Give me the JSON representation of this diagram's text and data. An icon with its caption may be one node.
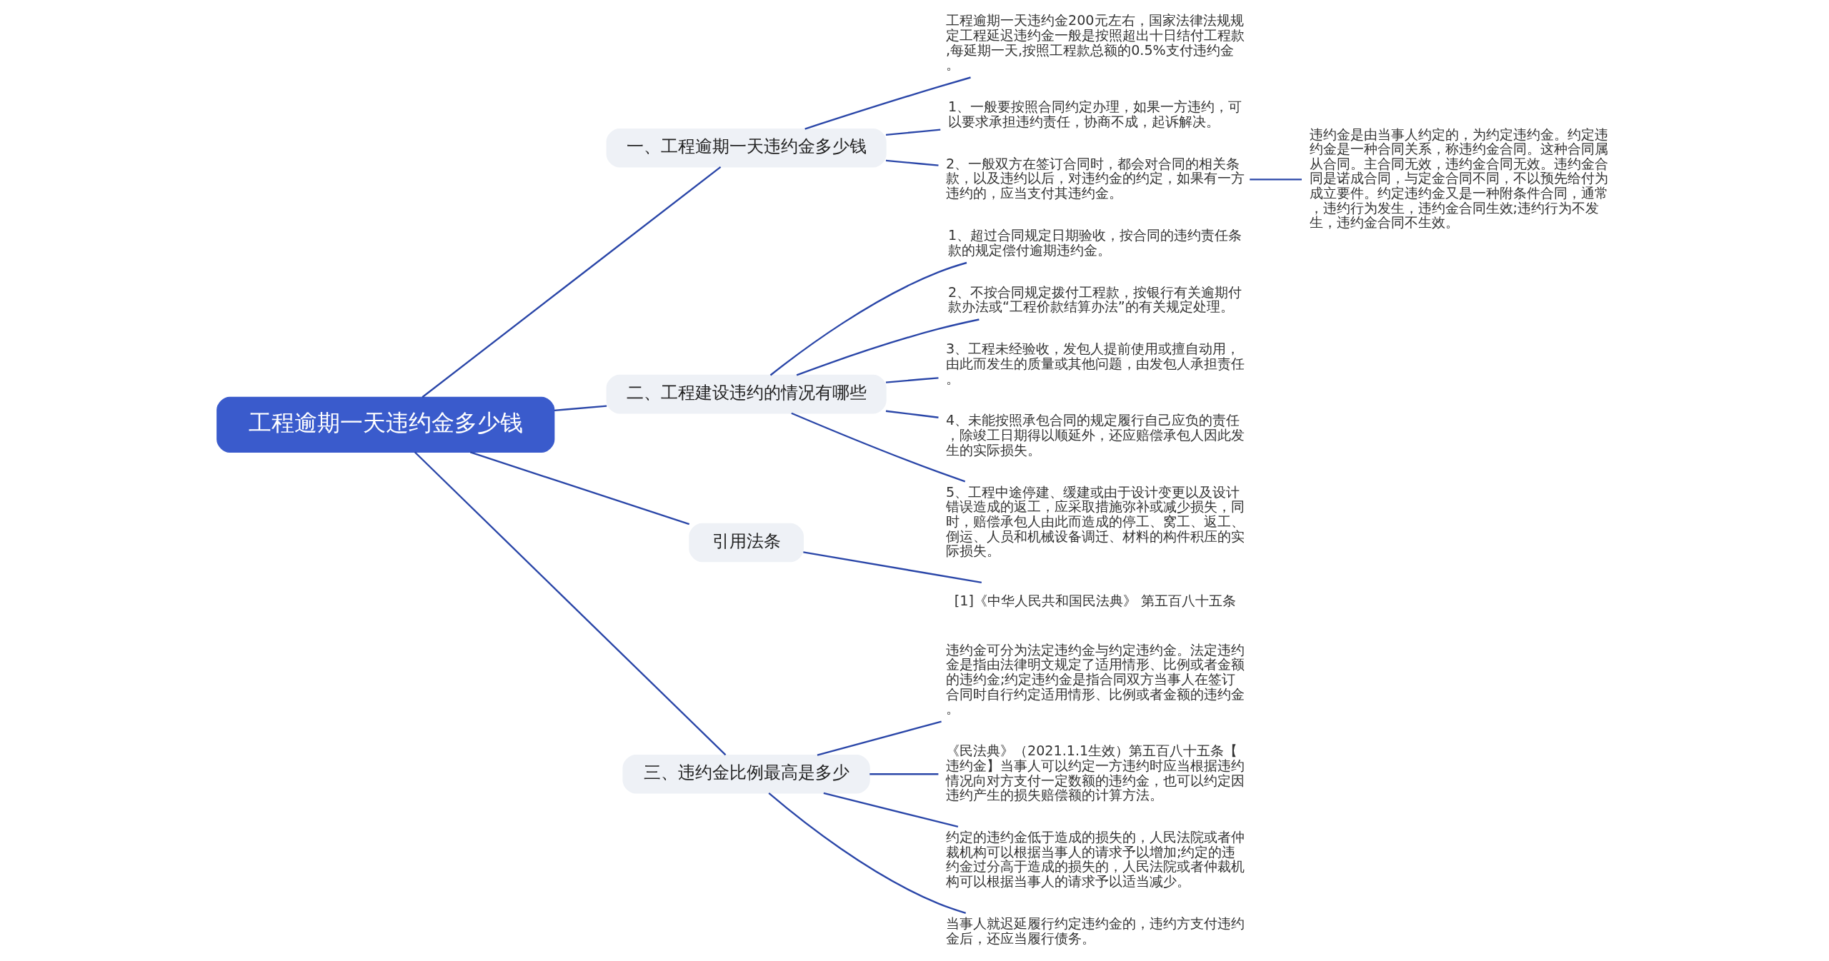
{
  "diagram": {
    "nodes": [
      {
        "text": [
          "工程逾期一天违约金多少钱"
        ]
      },
      {
        "text": [
          "一、工程逾期一天违约金多少钱"
        ]
      },
      {
        "text": [
          "工程逾期一天违约金200元左右，国家法律法规规定工程延迟违约金一般是按照超出十日结付工程款,每延期一天,按照工程款总额的0.5%支付违约金。"
        ]
      },
      {
        "text": [
          "1、一般要按照合同约定办理，如果一方违约，可以要求承担违约责任，协商不成，起诉解决。"
        ]
      },
      {
        "text": [
          "2、一般双方在签订合同时，都会对合同的相关条款，以及违约以后，对违约金的约定，如果有一方违约的，应当支付其违约金。"
        ]
      },
      {
        "text": [
          "违约金是由当事人约定的，为约定违约金。约定违约金是一种合同关系，称违约金合同。这种合同属从合同。主合同无效，违约金合同无效。违约金合同是诺成合同，与定金合同不同，不以预先给付为成立要件。约定违约金又是一种附条件合同，通常，违约行为发生，违约金合同生效;违约行为不发生，违约金合同不生效。"
        ]
      },
      {
        "text": [
          "二、工程建设违约的情况有哪些"
        ]
      },
      {
        "text": [
          "1、超过合同规定日期验收，按合同的违约责任条款的规定偿付逾期违约金。"
        ]
      },
      {
        "text": [
          "2、不按合同规定拨付工程款，按银行有关逾期付款办法或“工程价款结算办法”的有关规定处理。"
        ]
      },
      {
        "text": [
          "3、工程未经验收，发包人提前使用或擅自动用，由此而发生的质量或其他问题，由发包人承担责任。"
        ]
      },
      {
        "text": [
          "4、未能按照承包合同的规定履行自己应负的责任，除竣工日期得以顺延外，还应赔偿承包人因此发生的实际损失。"
        ]
      },
      {
        "text": [
          "5、工程中途停建、缓建或由于设计变更以及设计错误造成的返工，应采取措施弥补或减少损失，同时，赔偿承包人由此而造成的停工、窝工、返工、倒运、人员和机械设备调迁、材料的构件积压的实际损失。"
        ]
      },
      {
        "text": [
          "引用法条"
        ]
      },
      {
        "text": [
          "[1]《中华人民共和国民法典》 第五百八十五条"
        ]
      },
      {
        "text": [
          "三、违约金比例最高是多少"
        ]
      },
      {
        "text": [
          "违约金可分为法定违约金与约定违约金。法定违约金是指由法律明文规定了适用情形、比例或者金额的违约金;约定违约金是指合同双方当事人在签订合同时自行约定适用情形、比例或者金额的违约金。"
        ]
      },
      {
        "text": [
          "《民法典》（2021.1.1生效）第五百八十五条【违约金】当事人可以约定一方违约时应当根据违约情况向对方支付一定数额的违约金，也可以约定因违约产生的损失赔偿额的计算方法。"
        ]
      },
      {
        "text": [
          "约定的违约金低于造成的损失的，人民法院或者仲裁机构可以根据当事人的请求予以增加;约定的违约金过分高于造成的损失的，人民法院或者仲裁机构可以根据当事人的请求予以适当减少。"
        ]
      },
      {
        "text": [
          "当事人就迟延履行约定违约金的，违约方支付违约金后，还应当履行债务。"
        ]
      }
    ],
    "edges": [
      {
        "from": 0,
        "to": 1,
        "arrow": "none"
      },
      {
        "from": 1,
        "to": 2,
        "arrow": "none"
      },
      {
        "from": 1,
        "to": 3,
        "arrow": "none"
      },
      {
        "from": 1,
        "to": 4,
        "arrow": "none"
      },
      {
        "from": 4,
        "to": 5,
        "arrow": "none"
      },
      {
        "from": 0,
        "to": 6,
        "arrow": "none"
      },
      {
        "from": 6,
        "to": 7,
        "arrow": "none"
      },
      {
        "from": 6,
        "to": 8,
        "arrow": "none"
      },
      {
        "from": 6,
        "to": 9,
        "arrow": "none"
      },
      {
        "from": 6,
        "to": 10,
        "arrow": "none"
      },
      {
        "from": 6,
        "to": 11,
        "arrow": "none"
      },
      {
        "from": 0,
        "to": 12,
        "arrow": "none"
      },
      {
        "from": 12,
        "to": 13,
        "arrow": "none"
      },
      {
        "from": 0,
        "to": 14,
        "arrow": "none"
      },
      {
        "from": 14,
        "to": 15,
        "arrow": "none"
      },
      {
        "from": 14,
        "to": 16,
        "arrow": "none"
      },
      {
        "from": 14,
        "to": 17,
        "arrow": "none"
      },
      {
        "from": 14,
        "to": 18,
        "arrow": "none"
      }
    ]
  }
}
